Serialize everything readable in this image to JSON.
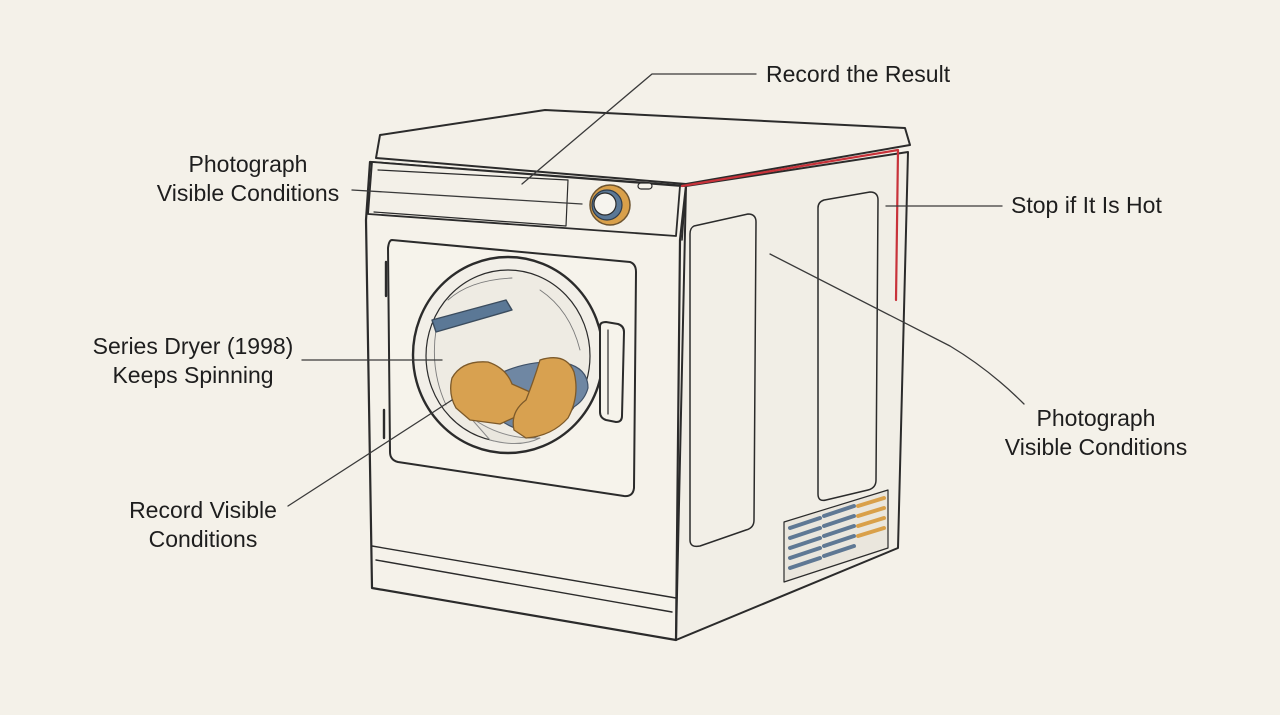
{
  "labels": {
    "record_result": "Record the Result",
    "photograph_top": [
      "Photograph",
      "Visible Conditions"
    ],
    "stop_hot": "Stop if It Is Hot",
    "series_dryer": [
      "Series Dryer (1998)",
      "Keeps Spinning"
    ],
    "photograph_right": [
      "Photograph",
      "Visible Conditions"
    ],
    "record_visible": [
      "Record Visible",
      "Conditions"
    ]
  },
  "colors": {
    "background": "#f4f1e9",
    "outline": "#2b2b2b",
    "hot_edge": "#c8323a",
    "knob_ring": "#d9a04a",
    "knob_blue": "#5b7896",
    "laundry_orange": "#d8a150",
    "laundry_blue": "#6f87a3",
    "vent_blue": "#5f7894"
  }
}
